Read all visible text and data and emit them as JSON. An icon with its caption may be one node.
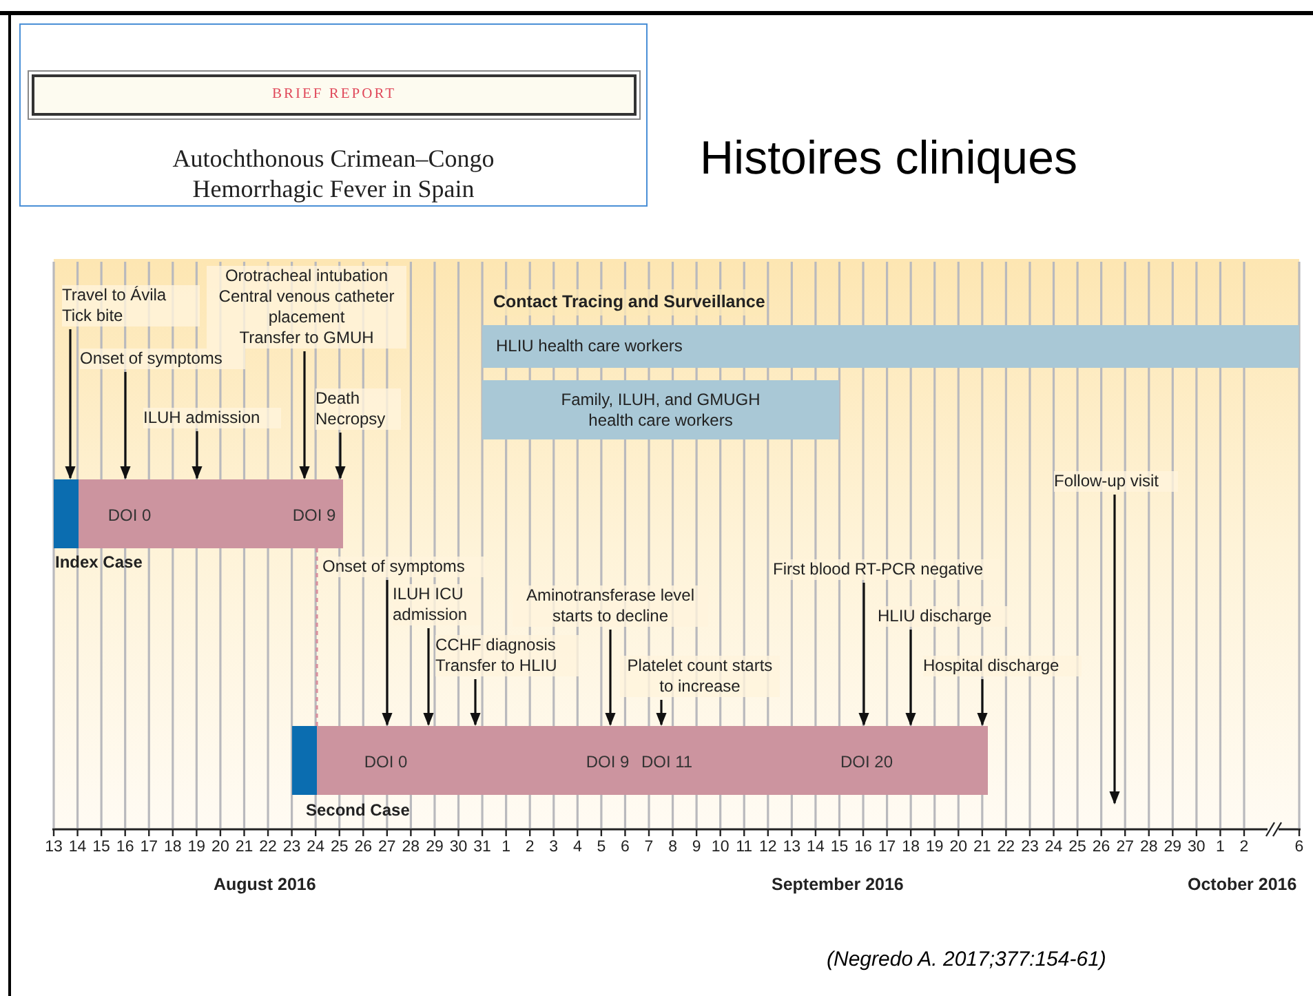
{
  "diagram": {
    "title": "Histoires cliniques",
    "nodes": [
      {
        "text": [
          "Autochthonous Crimean–Congo Hemorrhagic Fever in Spain"
        ]
      },
      {
        "text": [
          "BRIEF REPORT"
        ],
        "in": 0
      },
      {
        "text": [
          "Travel to Ávila",
          "Tick bite"
        ]
      },
      {
        "text": [
          "Orotracheal intubation",
          "Central venous catheter placement",
          "Transfer to GMUH"
        ]
      },
      {
        "text": [
          "HLIU health care workers"
        ]
      },
      {
        "text": [
          "Onset of symptoms"
        ]
      },
      {
        "text": [
          "Family, ILUH, and GMUGH health care workers"
        ]
      },
      {
        "text": [
          "ILUH admission"
        ]
      },
      {
        "text": [
          "Death",
          "Necropsy"
        ]
      },
      {
        "text": [
          "Follow-up visit"
        ]
      },
      {
        "text": [
          "DOI 0",
          "DOI 9"
        ],
        "beside": [
          "Index Case"
        ]
      },
      {
        "text": [
          "Onset of symptoms"
        ]
      },
      {
        "text": [
          "First blood RT-PCR negative"
        ]
      },
      {
        "text": [
          "ILUH ICU admission"
        ]
      },
      {
        "text": [
          "Aminotransferase level starts to decline"
        ]
      },
      {
        "text": [
          "HLIU discharge"
        ]
      },
      {
        "text": [
          "CCHF diagnosis",
          "Transfer to HLIU"
        ]
      },
      {
        "text": [
          "Platelet count starts to increase"
        ]
      },
      {
        "text": [
          "Hospital discharge"
        ]
      },
      {
        "text": [
          "DOI 0",
          "DOI 9",
          "DOI 11",
          "DOI 20"
        ],
        "beside": [
          "Second Case"
        ]
      }
    ],
    "edges": [
      {
        "from": 2,
        "to": 10,
        "arrow": "to"
      },
      {
        "from": 5,
        "to": 10,
        "arrow": "to"
      },
      {
        "from": 7,
        "to": 10,
        "arrow": "to"
      },
      {
        "from": 3,
        "to": 10,
        "arrow": "to"
      },
      {
        "from": 8,
        "to": 10,
        "arrow": "to"
      },
      {
        "from": 9,
        "to": null,
        "arrow": "to"
      },
      {
        "from": 10,
        "to": 19,
        "arrow": "none",
        "style": "dashed",
        "color": "#d9909e"
      },
      {
        "from": 11,
        "to": 19,
        "arrow": "to"
      },
      {
        "from": 13,
        "to": 19,
        "arrow": "to"
      },
      {
        "from": 16,
        "to": 19,
        "arrow": "to"
      },
      {
        "from": 14,
        "to": 19,
        "arrow": "to"
      },
      {
        "from": 17,
        "to": 19,
        "arrow": "to"
      },
      {
        "from": 12,
        "to": 19,
        "arrow": "to"
      },
      {
        "from": 15,
        "to": 19,
        "arrow": "to"
      },
      {
        "from": 18,
        "to": 19,
        "arrow": "to"
      }
    ],
    "labels": [
      "Contact Tracing and Surveillance",
      "13",
      "14",
      "15",
      "16",
      "17",
      "18",
      "19",
      "20",
      "21",
      "22",
      "23",
      "24",
      "25",
      "26",
      "27",
      "28",
      "29",
      "30",
      "31",
      "1",
      "2",
      "3",
      "4",
      "5",
      "6",
      "7",
      "8",
      "9",
      "10",
      "11",
      "12",
      "13",
      "14",
      "15",
      "16",
      "17",
      "18",
      "19",
      "20",
      "21",
      "22",
      "23",
      "24",
      "25",
      "26",
      "27",
      "28",
      "29",
      "30",
      "1",
      "2",
      "6",
      "August 2016",
      "September 2016",
      "October 2016",
      "(Negredo A. 2017;377:154-61)"
    ]
  }
}
